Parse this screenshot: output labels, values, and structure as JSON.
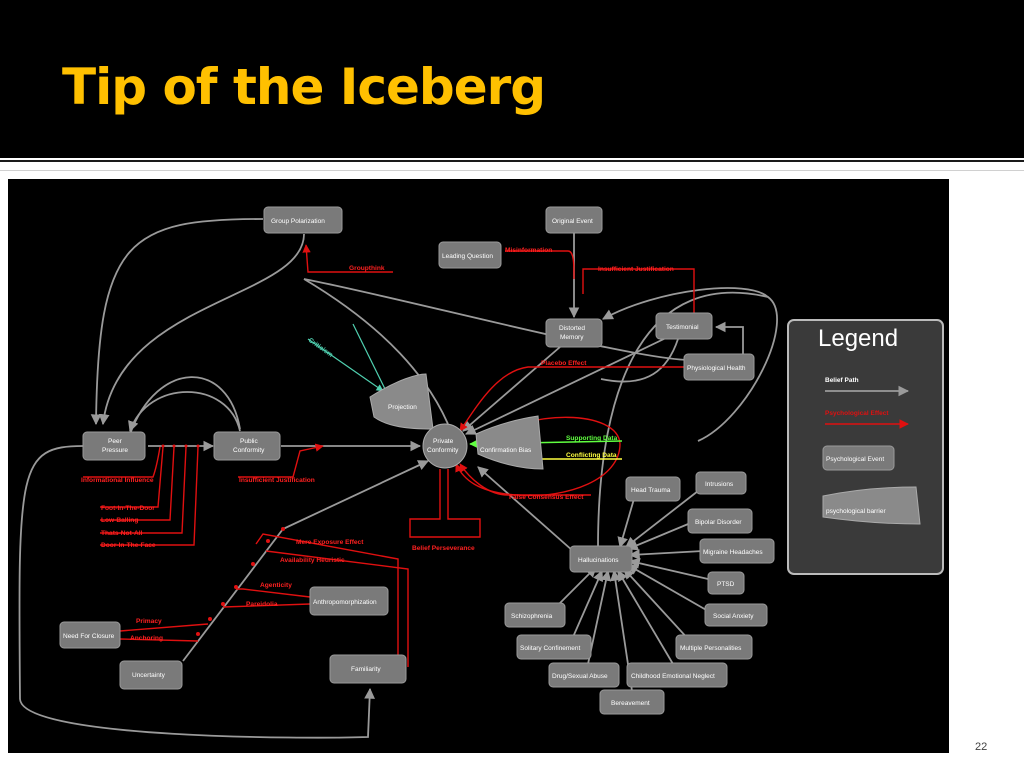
{
  "slide": {
    "title": "Tip of the Iceberg",
    "page_number": "22"
  },
  "colors": {
    "title": "#ffc000",
    "belief_path": "#9a9a9a",
    "psychological_effect": "#e01010",
    "supporting_data": "#60ff40",
    "conflicting_data": "#ffff40",
    "criticism": "#50d0b0"
  },
  "nodes": {
    "group_polarization": "Group Polarization",
    "original_event": "Original Event",
    "leading_question": "Leading Question",
    "distorted_memory_1": "Distorted",
    "distorted_memory_2": "Memory",
    "testimonial": "Testimonial",
    "physiological_health": "Physiological Health",
    "projection": "Projection",
    "peer_pressure_1": "Peer",
    "peer_pressure_2": "Pressure",
    "public_conformity_1": "Public",
    "public_conformity_2": "Conformity",
    "private_conformity_1": "Private",
    "private_conformity_2": "Conformity",
    "confirmation_bias": "Confirmation Bias",
    "head_trauma": "Head Trauma",
    "intrusions": "Intrusions",
    "bipolar_disorder": "Bipolar Disorder",
    "migraine_headaches": "Migraine Headaches",
    "ptsd": "PTSD",
    "social_anxiety": "Social Anxiety",
    "multiple_personalities": "Multiple Personalities",
    "childhood_emotional_neglect": "Childhood Emotional Neglect",
    "bereavement": "Bereavement",
    "drug_sexual_abuse": "Drug/Sexual Abuse",
    "solitary_confinement": "Solitary Confinement",
    "schizophrenia": "Schizophrenia",
    "hallucinations": "Hallucinations",
    "anthropomorphization": "Anthropomorphization",
    "familiarity": "Familiarity",
    "need_for_closure": "Need For Closure",
    "uncertainty": "Uncertainty"
  },
  "edge_labels": {
    "misinformation": "Misinformation",
    "insufficient_justification_top": "Insufficient Justification",
    "groupthink": "Groupthink",
    "criticism": "Criticism",
    "placebo_effect": "Placebo Effect",
    "supporting_data": "Supporting Data",
    "conflicting_data": "Conflicting Data",
    "false_consensus_effect": "False Consensus Effect",
    "belief_perseverance": "Belief Perseverance",
    "informational_influence": "Informational Influence",
    "insufficient_justification_mid": "Insufficient Justification",
    "foot_in_the_door": "Foot-In-The-Door",
    "low_balling": "Low-Balling",
    "thats_not_all": "Thats-Not-All",
    "door_in_the_face": "Door-In-The-Face",
    "mere_exposure_effect": "Mere Exposure Effect",
    "availability_heuristic": "Availability Heuristic",
    "agenticity": "Agenticity",
    "pareidolia": "Pareidolia",
    "primacy": "Primacy",
    "anchoring": "Anchoring"
  },
  "legend": {
    "title": "Legend",
    "belief_path": "Belief Path",
    "psychological_effect": "Psychological Effect",
    "psychological_event": "Psychological Event",
    "psychological_barrier": "psychological barrier"
  }
}
